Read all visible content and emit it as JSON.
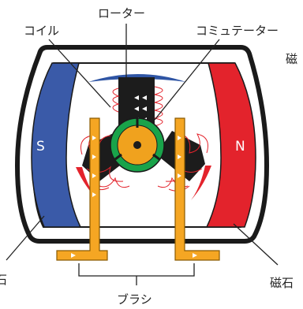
{
  "labels": {
    "rotor": "ローター",
    "coil": "コイル",
    "commutator": "コミュテーター",
    "magnet_top_right": "磁",
    "magnet_bottom_left": "石",
    "magnet_bottom_right": "磁石",
    "brush": "ブラシ"
  },
  "poles": {
    "south": "S",
    "north": "N"
  },
  "colors": {
    "south_magnet": "#3a5aa8",
    "north_magnet": "#e3232c",
    "rotor_core": "#1c1c1c",
    "commutator_ring": "#19a34a",
    "commutator_center": "#f0a21e",
    "brush": "#f5a623",
    "coil_wire": "#e3232c",
    "rotor_cap": "#2f55a4"
  }
}
